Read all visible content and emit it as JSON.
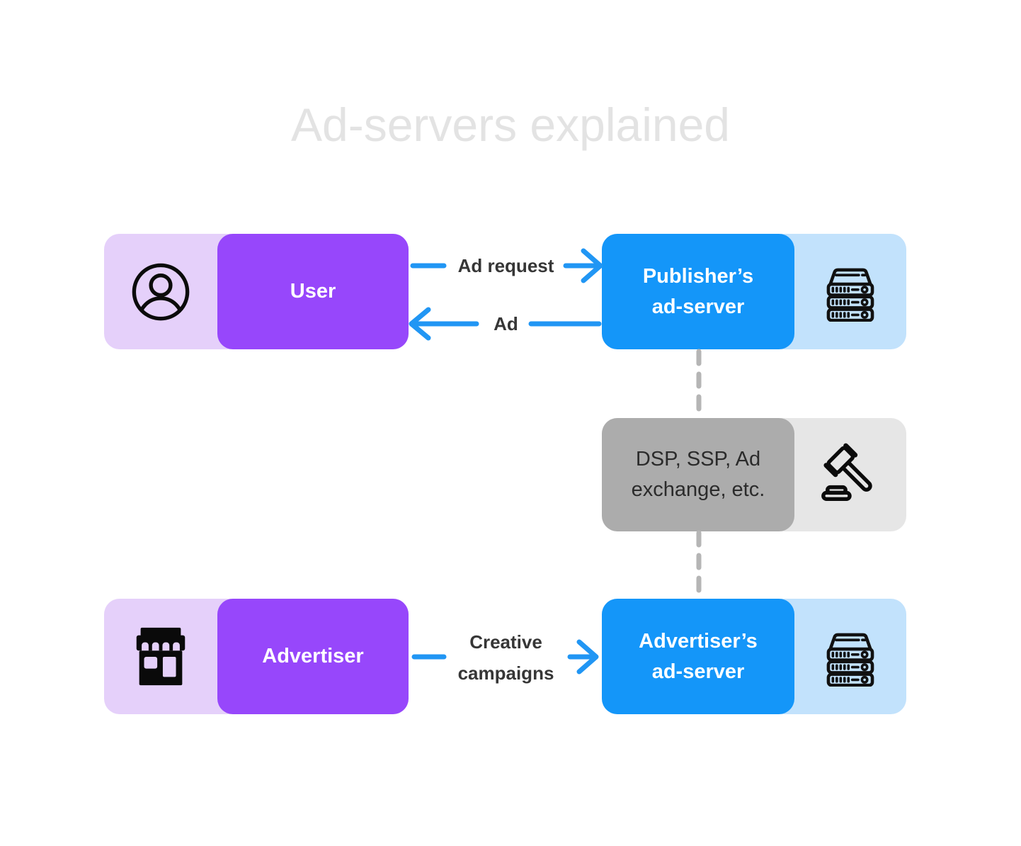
{
  "title": "Ad-servers explained",
  "colors": {
    "purple": "#9747FB",
    "purple_light": "#E5D0FA",
    "blue": "#1496F9",
    "blue_light": "#C2E2FC",
    "gray": "#ACACAC",
    "gray_light": "#E6E6E6",
    "arrow_blue": "#2196F4",
    "connector_gray": "#B5B5B5",
    "title_gray": "#E3E3E3",
    "text_dark": "#2B2B2B"
  },
  "nodes": {
    "user": {
      "label": "User",
      "icon": "user-icon"
    },
    "publisher": {
      "label_line1": "Publisher’s",
      "label_line2": "ad-server",
      "icon": "server-icon"
    },
    "dsp": {
      "label_line1": "DSP, SSP, Ad",
      "label_line2": "exchange, etc.",
      "icon": "gavel-icon"
    },
    "advertiser": {
      "label": "Advertiser",
      "icon": "store-icon"
    },
    "advertiser_server": {
      "label_line1": "Advertiser’s",
      "label_line2": "ad-server",
      "icon": "server-icon"
    }
  },
  "arrows": {
    "ad_request": {
      "label": "Ad request",
      "direction": "right"
    },
    "ad": {
      "label": "Ad",
      "direction": "left"
    },
    "creative_campaigns": {
      "label_line1": "Creative",
      "label_line2": "campaigns",
      "direction": "right"
    }
  }
}
